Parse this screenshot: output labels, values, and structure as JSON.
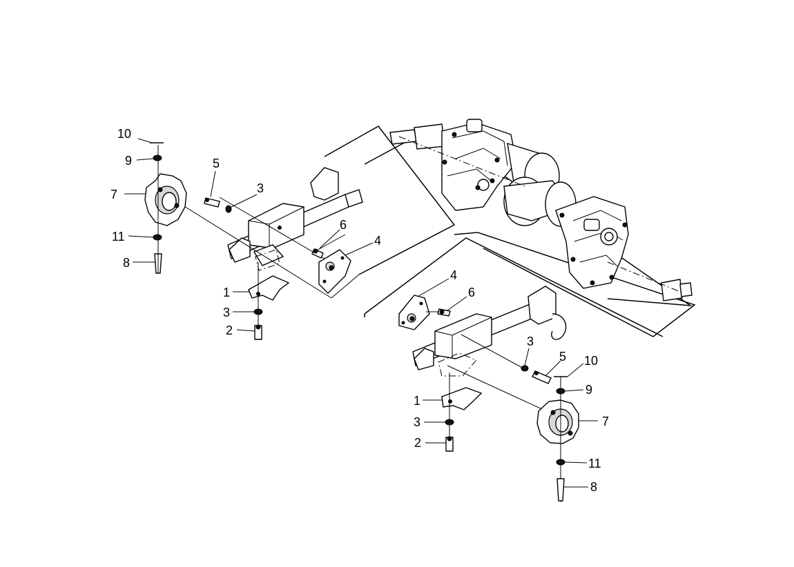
{
  "diagram": {
    "callouts_left": [
      {
        "key": "l10",
        "text": "10"
      },
      {
        "key": "l9",
        "text": "9"
      },
      {
        "key": "l7",
        "text": "7"
      },
      {
        "key": "l11",
        "text": "11"
      },
      {
        "key": "l8",
        "text": "8"
      },
      {
        "key": "l5",
        "text": "5"
      },
      {
        "key": "l3a",
        "text": "3"
      },
      {
        "key": "l6",
        "text": "6"
      },
      {
        "key": "l4",
        "text": "4"
      },
      {
        "key": "l1",
        "text": "1"
      },
      {
        "key": "l3b",
        "text": "3"
      },
      {
        "key": "l2",
        "text": "2"
      }
    ],
    "callouts_right": [
      {
        "key": "r4",
        "text": "4"
      },
      {
        "key": "r6",
        "text": "6"
      },
      {
        "key": "r3a",
        "text": "3"
      },
      {
        "key": "r5",
        "text": "5"
      },
      {
        "key": "r10",
        "text": "10"
      },
      {
        "key": "r9",
        "text": "9"
      },
      {
        "key": "r1",
        "text": "1"
      },
      {
        "key": "r7",
        "text": "7"
      },
      {
        "key": "r3b",
        "text": "3"
      },
      {
        "key": "r2",
        "text": "2"
      },
      {
        "key": "r11",
        "text": "11"
      },
      {
        "key": "r8",
        "text": "8"
      }
    ]
  }
}
